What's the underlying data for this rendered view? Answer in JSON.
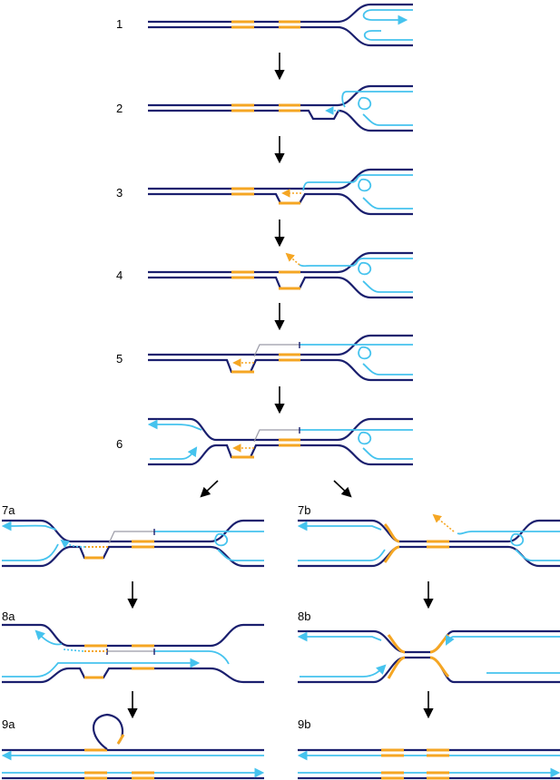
{
  "colors": {
    "template_strand": "#1a1f6e",
    "new_strand": "#45c3ee",
    "homology_region": "#f5a623",
    "joint_molecule": "#9a9aa6",
    "background": "#ffffff"
  },
  "steps": [
    {
      "label": "1"
    },
    {
      "label": "2"
    },
    {
      "label": "3"
    },
    {
      "label": "4"
    },
    {
      "label": "5"
    },
    {
      "label": "6"
    },
    {
      "label": "7a"
    },
    {
      "label": "7b"
    },
    {
      "label": "8a"
    },
    {
      "label": "8b"
    },
    {
      "label": "9a"
    },
    {
      "label": "9b"
    }
  ]
}
